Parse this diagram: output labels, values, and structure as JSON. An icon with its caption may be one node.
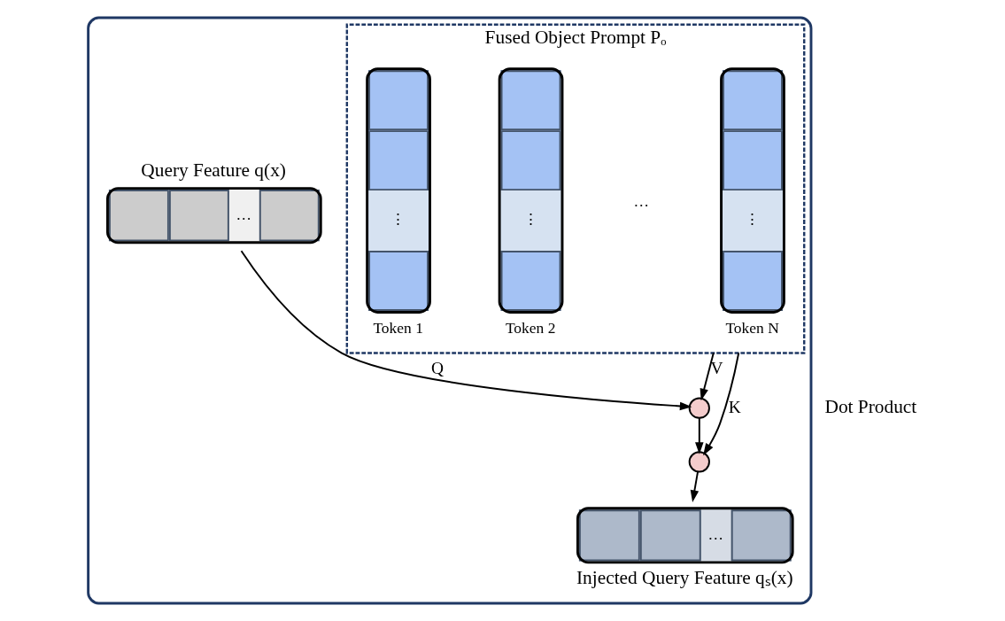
{
  "diagram": {
    "nodes": [
      {
        "text": [],
        "shape": "box"
      },
      {
        "text": [
          "Fused Object Prompt Pₒ"
        ],
        "in": 0
      },
      {
        "text": [
          "⋮"
        ],
        "beside": [
          "Token 1"
        ],
        "in": 1
      },
      {
        "text": [
          "⋮"
        ],
        "beside": [
          "Token 2"
        ],
        "in": 1
      },
      {
        "text": [
          "⋮"
        ],
        "beside": [
          "Token N"
        ],
        "in": 1
      },
      {
        "text": [
          "Query Feature q(x)",
          "…"
        ],
        "in": 0
      },
      {
        "text": [],
        "shape": "circle",
        "in": 0
      },
      {
        "text": [],
        "shape": "circle",
        "in": 0
      },
      {
        "text": [
          "…",
          "Injected Query Feature qₛ(x)"
        ],
        "in": 0
      }
    ],
    "edges": [
      {
        "from": 5,
        "to": 6,
        "arrow": "to",
        "label": "Q"
      },
      {
        "from": 1,
        "to": 6,
        "arrow": "to",
        "label": "V"
      },
      {
        "from": 1,
        "to": 7,
        "arrow": "to",
        "label": "K"
      },
      {
        "from": 6,
        "to": 7,
        "arrow": "to"
      },
      {
        "from": 7,
        "to": 8,
        "arrow": "to"
      }
    ],
    "labels": [
      "…",
      "Dot Product"
    ]
  }
}
